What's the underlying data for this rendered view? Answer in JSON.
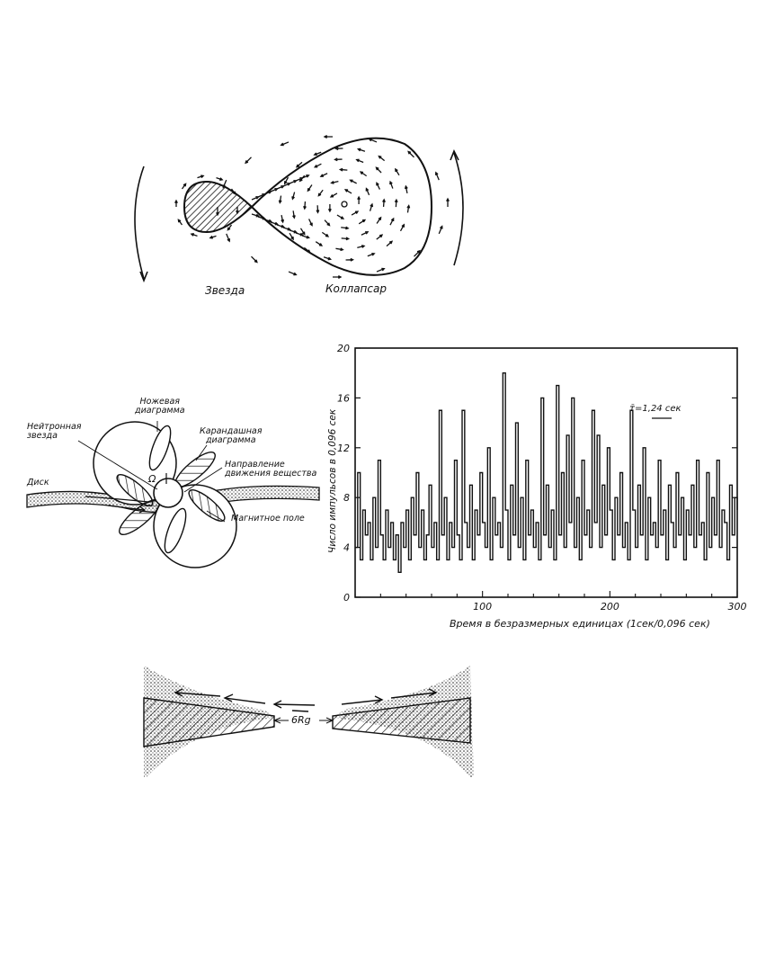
{
  "figure1": {
    "star_label": "Звезда",
    "collapsar_label": "Коллапсар"
  },
  "figure2": {
    "neutron_star": "Нейтронная\nзвезда",
    "fan_beam": "Ножевая\nдиаграмма",
    "pencil_beam": "Карандашная\nдиаграмма",
    "flow_direction": "Направление\nдвижения вещества",
    "disk": "Диск",
    "magnetic_pole": "Магнитное поле",
    "omega": "Ω"
  },
  "figure4": {
    "radius_label": "6Rg"
  },
  "chart_data": {
    "type": "line",
    "title": "",
    "xlabel": "Время в безразмерных единицах (1сек/0,096 сек)",
    "ylabel": "Число импульсов в 0,096 сек",
    "xlim": [
      0,
      300
    ],
    "ylim": [
      0,
      20
    ],
    "xticks": [
      100,
      200,
      300
    ],
    "yticks": [
      0,
      4,
      8,
      12,
      16,
      20
    ],
    "annotation": "τ̄=1,24 сек",
    "grid": false,
    "series": [
      {
        "x": [
          0,
          2,
          4,
          6,
          8,
          10,
          12,
          14,
          16,
          18,
          20,
          22,
          24,
          26,
          28,
          30,
          32,
          34,
          36,
          38,
          40,
          42,
          44,
          46,
          48,
          50,
          52,
          54,
          56,
          58,
          60,
          62,
          64,
          66,
          68,
          70,
          72,
          74,
          76,
          78,
          80,
          82,
          84,
          86,
          88,
          90,
          92,
          94,
          96,
          98,
          100,
          102,
          104,
          106,
          108,
          110,
          112,
          114,
          116,
          118,
          120,
          122,
          124,
          126,
          128,
          130,
          132,
          134,
          136,
          138,
          140,
          142,
          144,
          146,
          148,
          150,
          152,
          154,
          156,
          158,
          160,
          162,
          164,
          166,
          168,
          170,
          172,
          174,
          176,
          178,
          180,
          182,
          184,
          186,
          188,
          190,
          192,
          194,
          196,
          198,
          200,
          202,
          204,
          206,
          208,
          210,
          212,
          214,
          216,
          218,
          220,
          222,
          224,
          226,
          228,
          230,
          232,
          234,
          236,
          238,
          240,
          242,
          244,
          246,
          248,
          250,
          252,
          254,
          256,
          258,
          260,
          262,
          264,
          266,
          268,
          270,
          272,
          274,
          276,
          278,
          280,
          282,
          284,
          286,
          288,
          290,
          292,
          294,
          296,
          298,
          300
        ],
        "y": [
          4,
          10,
          3,
          7,
          5,
          6,
          3,
          8,
          4,
          11,
          5,
          3,
          7,
          4,
          6,
          3,
          5,
          2,
          6,
          4,
          7,
          3,
          8,
          5,
          10,
          4,
          7,
          3,
          5,
          9,
          4,
          6,
          3,
          15,
          5,
          8,
          3,
          6,
          4,
          11,
          5,
          3,
          15,
          6,
          4,
          9,
          3,
          7,
          5,
          10,
          6,
          4,
          12,
          3,
          8,
          5,
          6,
          4,
          18,
          7,
          3,
          9,
          5,
          14,
          4,
          8,
          3,
          11,
          5,
          7,
          4,
          6,
          3,
          16,
          5,
          9,
          4,
          7,
          3,
          17,
          5,
          10,
          4,
          13,
          6,
          16,
          4,
          8,
          3,
          11,
          5,
          7,
          4,
          15,
          6,
          13,
          4,
          9,
          5,
          12,
          7,
          3,
          8,
          5,
          10,
          4,
          6,
          3,
          15,
          7,
          4,
          9,
          5,
          12,
          3,
          8,
          5,
          6,
          4,
          11,
          5,
          7,
          3,
          9,
          6,
          4,
          10,
          5,
          8,
          3,
          7,
          5,
          9,
          4,
          11,
          5,
          6,
          3,
          10,
          4,
          8,
          5,
          11,
          4,
          7,
          6,
          3,
          9,
          5,
          8,
          7
        ],
        "style": "step"
      }
    ]
  }
}
